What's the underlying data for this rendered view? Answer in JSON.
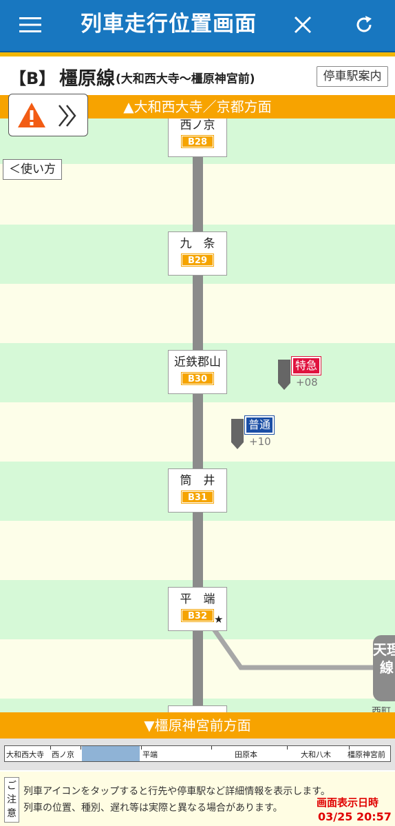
{
  "header": {
    "title": "列車走行位置画面",
    "menu_icon": "hamburger-menu-icon",
    "close_icon": "close-icon",
    "reload_icon": "reload-icon",
    "bg_color": "#1877c0",
    "stripe_color": "#f2b600"
  },
  "line": {
    "code": "【B】",
    "name": "橿原線",
    "range": "(大和西大寺〜橿原神宮前)",
    "stop_guide_label": "停車駅案内"
  },
  "directions": {
    "up": "▲大和西大寺／京都方面",
    "down": "▼橿原神宮前方面",
    "color": "#f7a300"
  },
  "buttons": {
    "howto_label": "＜使い方",
    "warning_icon": "warning-icon",
    "forward_icon": "double-chevron-right-icon"
  },
  "stations": [
    {
      "name": "西ノ京",
      "code": "B28"
    },
    {
      "name": "九　条",
      "code": "B29"
    },
    {
      "name": "近鉄郡山",
      "code": "B30"
    },
    {
      "name": "筒　井",
      "code": "B31"
    },
    {
      "name": "平　端",
      "code": "B32",
      "mark": "★"
    }
  ],
  "trains": [
    {
      "type": "特急",
      "delay": "+08",
      "kind": "limited-express"
    },
    {
      "type": "普通",
      "delay": "+10",
      "kind": "local"
    }
  ],
  "branch": {
    "label": "天理線",
    "cut_label": "西町"
  },
  "overview": {
    "stations": [
      "大和西大寺",
      "西ノ京",
      "平端",
      "田原本",
      "大和八木",
      "橿原神宮前"
    ]
  },
  "notice": {
    "tag": "ご注意",
    "line1": "列車アイコンをタップすると行先や停車駅など詳細情報を表示します。",
    "line2": "列車の位置、種別、遅れ等は実際と異なる場合があります。",
    "display_time_label": "画面表示日時",
    "display_time": "03/25 20:57"
  }
}
